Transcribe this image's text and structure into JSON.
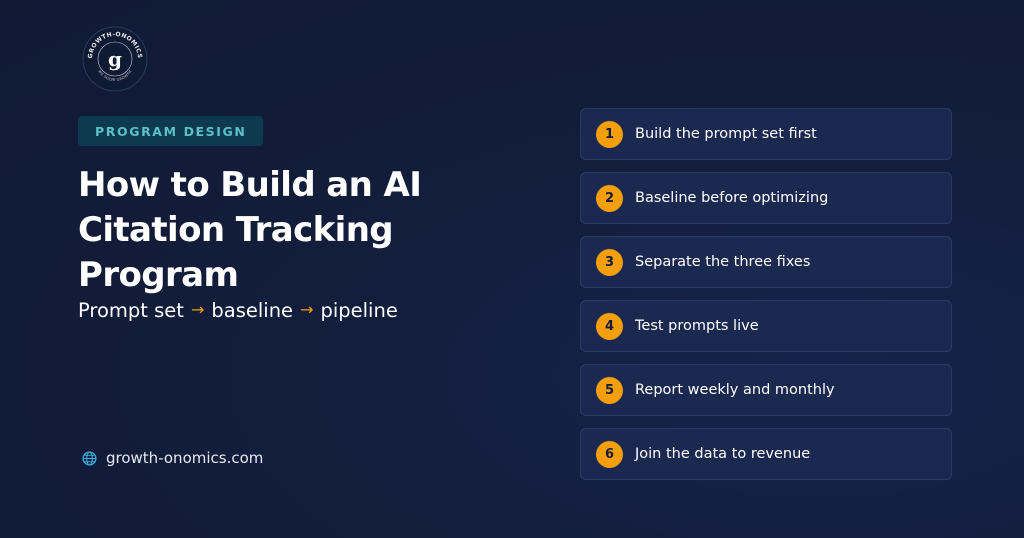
{
  "brand": {
    "logo_text": "GROWTH-ONOMICS",
    "logo_tagline": "WE SOLVE GROWTH",
    "logo_letter": "g"
  },
  "badge": {
    "label": "PROGRAM DESIGN",
    "color": "#5cc0c8",
    "background": "#0e3a4f"
  },
  "title": {
    "lines": [
      "How to Build an AI",
      "Citation Tracking",
      "Program"
    ]
  },
  "subtitle": {
    "parts": [
      "Prompt set",
      "baseline",
      "pipeline"
    ],
    "separator": "→"
  },
  "website": {
    "icon": "globe-icon",
    "url": "growth-onomics.com"
  },
  "steps": [
    {
      "number": "1",
      "label": "Build the prompt set first"
    },
    {
      "number": "2",
      "label": "Baseline before optimizing"
    },
    {
      "number": "3",
      "label": "Separate the three fixes"
    },
    {
      "number": "4",
      "label": "Test prompts live"
    },
    {
      "number": "5",
      "label": "Report weekly and monthly"
    },
    {
      "number": "6",
      "label": "Join the data to revenue"
    }
  ],
  "colors": {
    "background": "#121d3a",
    "accent": "#f59e0b",
    "card": "#1b284f",
    "card_border": "#2c3a63"
  }
}
